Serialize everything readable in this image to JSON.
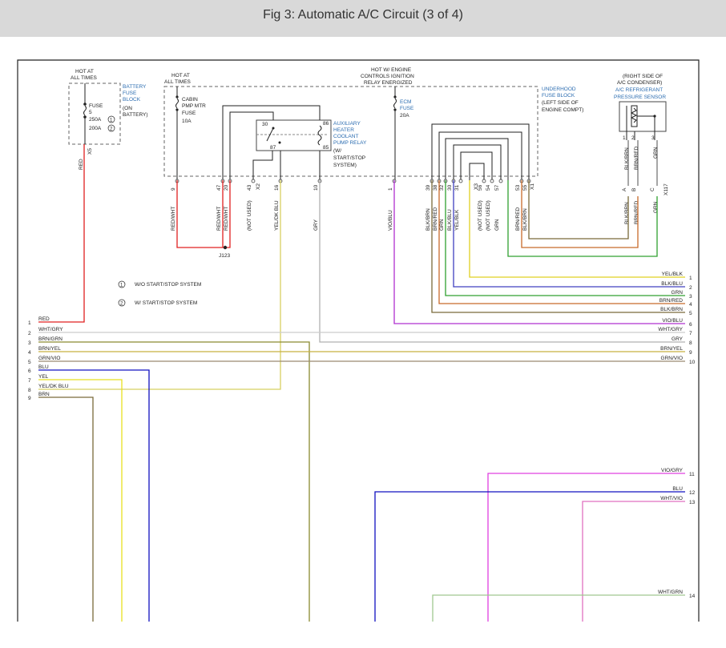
{
  "header": {
    "title": "Fig 3: Automatic A/C Circuit (3 of 4)"
  },
  "blocks": {
    "battery": {
      "hot1": "HOT AT",
      "hot2": "ALL TIMES",
      "name": [
        "BATTERY",
        "FUSE",
        "BLOCK"
      ],
      "note": [
        "(ON",
        "BATTERY)"
      ],
      "fuse": [
        "FUSE",
        "5",
        "250A",
        "200A"
      ],
      "circ": [
        "1",
        "2"
      ],
      "pin": "X5",
      "wire": "RED"
    },
    "underhood": {
      "hot1": "HOT AT",
      "hot2": "ALL TIMES",
      "cabin": [
        "CABIN",
        "PMP MTR",
        "FUSE",
        "10A"
      ],
      "ecm_hot": [
        "HOT W/ ENGINE",
        "CONTROLS IGNITION",
        "RELAY ENERGIZED"
      ],
      "ecm": [
        "ECM",
        "FUSE",
        "20A"
      ],
      "name": [
        "UNDERHOOD",
        "FUSE BLOCK"
      ],
      "note": [
        "(LEFT SIDE OF",
        "ENGINE COMPT)"
      ],
      "relay": [
        "AUXILIARY",
        "HEATER",
        "COOLANT",
        "PUMP RELAY"
      ],
      "relay_note": [
        "(W/",
        "START/STOP",
        "SYSTEM)"
      ],
      "relay_pins": [
        "30",
        "86",
        "87",
        "85"
      ]
    },
    "sensor": {
      "loc": [
        "(RIGHT SIDE OF",
        "A/C CONDENSER)"
      ],
      "name": [
        "A/C REFRIGERANT",
        "PRESSURE SENSOR"
      ],
      "pins": [
        "1",
        "2",
        "3"
      ],
      "wires": [
        "BLK/BRN",
        "BRN/RED",
        "GRN"
      ],
      "conn": [
        "A",
        "B",
        "C"
      ],
      "conn_id": "X117"
    }
  },
  "pins": [
    {
      "num": "9",
      "wire": "RED/WHT"
    },
    {
      "num": "47",
      "wire": "RED/WHT"
    },
    {
      "num": "20",
      "wire": "RED/WHT"
    },
    {
      "num": "43",
      "wire": "(NOT USED)"
    },
    {
      "num": "16",
      "wire": "YEL/DK BLU"
    },
    {
      "num": "10",
      "wire": "GRY"
    },
    {
      "num": "1",
      "wire": "VIO/BLU"
    },
    {
      "num": "39",
      "wire": "BLK/BRN"
    },
    {
      "num": "38",
      "wire": "BRN/RED"
    },
    {
      "num": "32",
      "wire": "GRN"
    },
    {
      "num": "30",
      "wire": "BLK/BLU"
    },
    {
      "num": "31",
      "wire": "YEL/BLK"
    },
    {
      "num": "56",
      "wire": "(NOT USED)"
    },
    {
      "num": "54",
      "wire": "(NOT USED)"
    },
    {
      "num": "57",
      "wire": "GRN"
    },
    {
      "num": "53",
      "wire": "BRN/RED"
    },
    {
      "num": "55",
      "wire": "BLK/BRN"
    }
  ],
  "conn_tags": [
    "X2",
    "X3",
    "X1"
  ],
  "splice": "J123",
  "legend": [
    {
      "num": "1",
      "text": "W/O START/STOP SYSTEM"
    },
    {
      "num": "2",
      "text": "W/ START/STOP SYSTEM"
    }
  ],
  "left_wires": [
    {
      "n": "1",
      "label": "RED"
    },
    {
      "n": "2",
      "label": "WHT/GRY"
    },
    {
      "n": "3",
      "label": "BRN/GRN"
    },
    {
      "n": "4",
      "label": "BRN/YEL"
    },
    {
      "n": "5",
      "label": "GRN/VIO"
    },
    {
      "n": "6",
      "label": "BLU"
    },
    {
      "n": "7",
      "label": "YEL"
    },
    {
      "n": "8",
      "label": "YEL/DK BLU"
    },
    {
      "n": "9",
      "label": "BRN"
    }
  ],
  "right_wires": [
    {
      "n": "1",
      "label": "YEL/BLK"
    },
    {
      "n": "2",
      "label": "BLK/BLU"
    },
    {
      "n": "3",
      "label": "GRN"
    },
    {
      "n": "4",
      "label": "BRN/RED"
    },
    {
      "n": "5",
      "label": "BLK/BRN"
    },
    {
      "n": "6",
      "label": "VIO/BLU"
    },
    {
      "n": "7",
      "label": "WHT/GRY"
    },
    {
      "n": "8",
      "label": "GRY"
    },
    {
      "n": "9",
      "label": "BRN/YEL"
    },
    {
      "n": "10",
      "label": "GRN/VIO"
    },
    {
      "n": "11",
      "label": "VIO/GRY"
    },
    {
      "n": "12",
      "label": "BLU"
    },
    {
      "n": "13",
      "label": "WHT/VIO"
    },
    {
      "n": "14",
      "label": "WHT/GRN"
    }
  ],
  "colors": {
    "red": "#e02020",
    "blue": "#1010c0",
    "yellow": "#e8e020",
    "olive": "#8a8a30",
    "brown": "#8b5a2b",
    "gray": "#b0b0b0",
    "purple": "#b030d0",
    "green": "#30a030",
    "magenta": "#e040e0",
    "pink": "#e070c0",
    "lightgreen": "#a0c890",
    "orange": "#c86a2a",
    "label_blue": "#2b6cb0"
  }
}
